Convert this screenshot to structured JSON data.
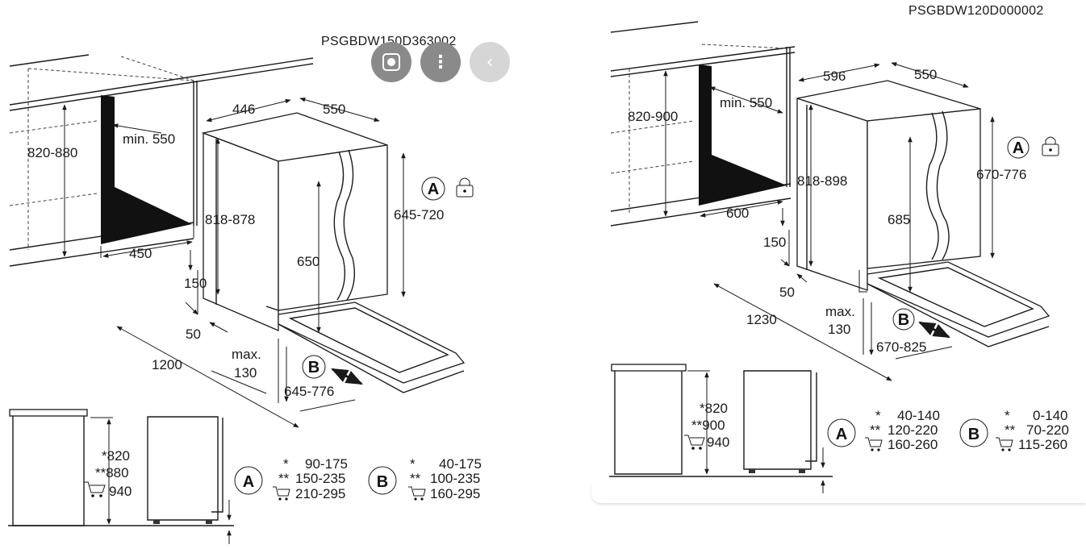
{
  "controls": {
    "visual_search_icon": "lens-icon",
    "more_icon": "more-vertical-icon",
    "more_glyph": "⋮",
    "back_icon": "chevron-left-icon",
    "back_glyph": "‹"
  },
  "left": {
    "code": "PSGBDW150D363002",
    "niche_height": "820-880",
    "min_depth": "min. 550",
    "niche_width": "450",
    "unit_height": "818-878",
    "plinth": "150",
    "plinth_offset": "50",
    "base_width": "1200",
    "width": "446",
    "depth": "550",
    "door_height": "645-720",
    "inner_height": "650",
    "max_label": "max.",
    "max_value": "130",
    "door_travel": "645-776",
    "marker_a": "A",
    "marker_b": "B",
    "side_heights": [
      "*820",
      "**880",
      "940"
    ],
    "table_a": {
      "star": [
        "*",
        "**",
        ""
      ],
      "values": [
        "90-175",
        "150-235",
        "210-295"
      ]
    },
    "table_b": {
      "star": [
        "*",
        "**",
        ""
      ],
      "values": [
        "40-175",
        "100-235",
        "160-295"
      ]
    }
  },
  "right": {
    "code": "PSGBDW120D000002",
    "niche_height": "820-900",
    "min_depth": "min. 550",
    "niche_width": "600",
    "unit_height": "818-898",
    "plinth": "150",
    "plinth_offset": "50",
    "base_width": "1230",
    "width": "596",
    "depth": "550",
    "door_height": "670-776",
    "inner_height": "685",
    "max_label": "max.",
    "max_value": "130",
    "door_travel": "670-825",
    "marker_a": "A",
    "marker_b": "B",
    "side_heights": [
      "*820",
      "**900",
      "940"
    ],
    "table_a": {
      "star": [
        "*",
        "**",
        ""
      ],
      "values": [
        "40-140",
        "120-220",
        "160-260"
      ]
    },
    "table_b": {
      "star": [
        "*",
        "**",
        ""
      ],
      "values": [
        "0-140",
        "70-220",
        "115-260"
      ]
    }
  }
}
